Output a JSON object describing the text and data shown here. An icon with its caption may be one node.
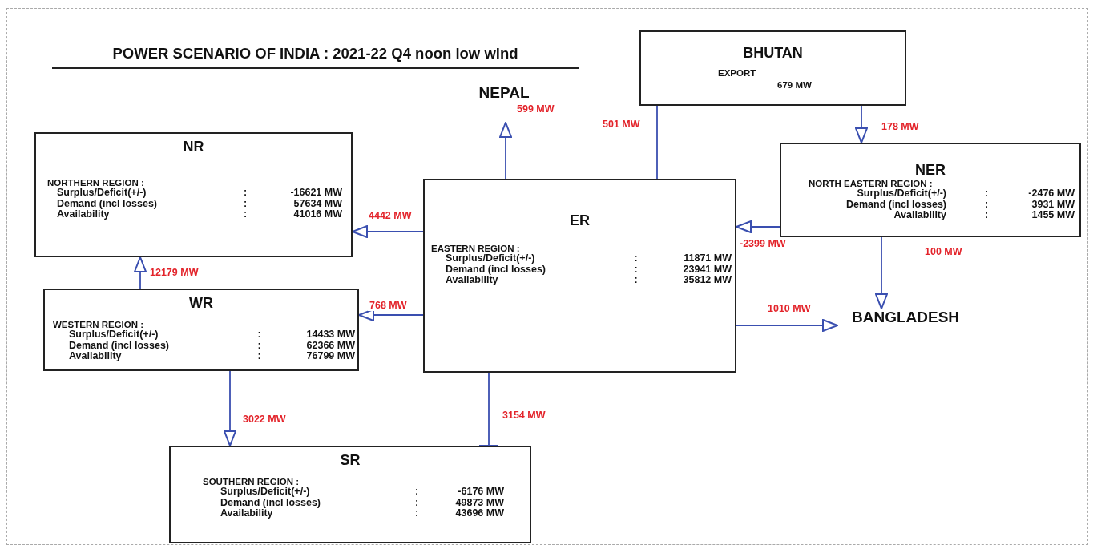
{
  "diagram": {
    "title": "POWER SCENARIO OF INDIA : 2021-22 Q4 noon low wind",
    "nodes": [
      {
        "text": [
          "BHUTAN",
          "EXPORT",
          "679 MW"
        ]
      },
      {
        "text": [
          "NEPAL"
        ]
      },
      {
        "text": [
          "NR",
          "NORTHERN REGION :",
          "Surplus/Deficit(+/-)",
          ":",
          "-16621 MW",
          "Demand (incl losses)",
          ":",
          "57634 MW",
          "Availability",
          ":",
          "41016 MW"
        ]
      },
      {
        "text": [
          "NER",
          "NORTH EASTERN REGION :",
          "Surplus/Deficit(+/-)",
          ":",
          "-2476 MW",
          "Demand (incl losses)",
          ":",
          "3931 MW",
          "Availability",
          ":",
          "1455 MW"
        ]
      },
      {
        "text": [
          "ER",
          "EASTERN REGION :",
          "Surplus/Deficit(+/-)",
          ":",
          "11871 MW",
          "Demand (incl losses)",
          ":",
          "23941 MW",
          "Availability",
          ":",
          "35812 MW"
        ]
      },
      {
        "text": [
          "WR",
          "WESTERN REGION :",
          "Surplus/Deficit(+/-)",
          ":",
          "14433 MW",
          "Demand (incl losses)",
          ":",
          "62366 MW",
          "Availability",
          ":",
          "76799 MW"
        ]
      },
      {
        "text": [
          "BANGLADESH"
        ]
      },
      {
        "text": [
          "SR",
          "SOUTHERN REGION :",
          "Surplus/Deficit(+/-)",
          ":",
          "-6176 MW",
          "Demand (incl losses)",
          ":",
          "49873 MW",
          "Availability",
          ":",
          "43696 MW"
        ]
      }
    ],
    "edges": [
      {
        "from": 4,
        "to": 1,
        "arrow": "to",
        "label": "599 MW"
      },
      {
        "from": 0,
        "to": 4,
        "arrow": "none",
        "label": "501 MW"
      },
      {
        "from": 0,
        "to": 3,
        "arrow": "to",
        "label": "178 MW"
      },
      {
        "from": 4,
        "to": 2,
        "arrow": "to",
        "label": "4442 MW"
      },
      {
        "from": 3,
        "to": 4,
        "arrow": "to",
        "label": "-2399 MW"
      },
      {
        "from": 5,
        "to": 2,
        "arrow": "to",
        "label": "12179 MW"
      },
      {
        "from": 4,
        "to": 5,
        "arrow": "to",
        "label": "768 MW"
      },
      {
        "from": 3,
        "to": 6,
        "arrow": "to",
        "label": "100 MW"
      },
      {
        "from": 4,
        "to": 6,
        "arrow": "to",
        "label": "1010 MW"
      },
      {
        "from": 5,
        "to": 7,
        "arrow": "to",
        "label": "3022 MW"
      },
      {
        "from": 4,
        "to": 7,
        "arrow": "other",
        "label": "3154 MW"
      }
    ]
  }
}
